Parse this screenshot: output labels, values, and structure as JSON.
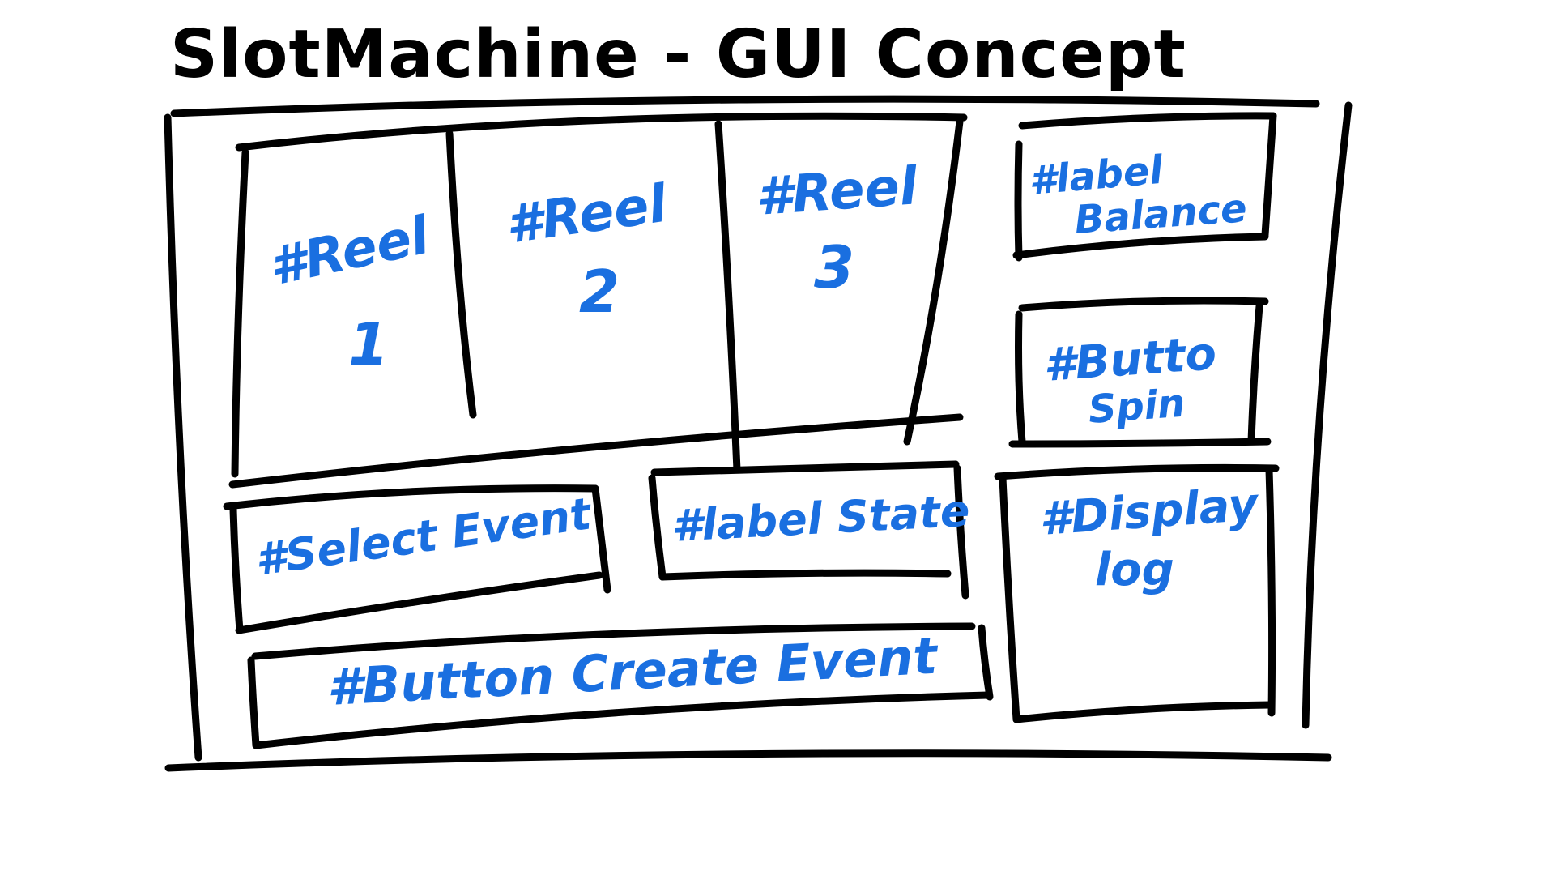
{
  "colors": {
    "ink": "#000000",
    "label": "#1a6fe0",
    "background": "#ffffff"
  },
  "title": "SlotMachine - GUI  Concept",
  "components": {
    "reel1": {
      "line1": "#Reel",
      "line2": "1"
    },
    "reel2": {
      "line1": "#Reel",
      "line2": "2"
    },
    "reel3": {
      "line1": "#Reel",
      "line2": "3"
    },
    "label_balance": {
      "line1": "#label",
      "line2": "Balance"
    },
    "button_spin": {
      "line1": "#Butto",
      "line2": "Spin"
    },
    "select_event": {
      "line1": "#Select Event"
    },
    "label_state": {
      "line1": "#label State"
    },
    "display_log": {
      "line1": "#Display",
      "line2": "log"
    },
    "button_create_event": {
      "line1": "#Button Create Event"
    }
  }
}
